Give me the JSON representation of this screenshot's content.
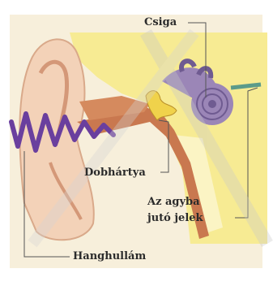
{
  "colors": {
    "panel_bg": "#f7efdb",
    "outer_ear": "#f3d2b8",
    "canal": "#f7eb93",
    "bone": "#c9784f",
    "cochlea": "#9b86b7",
    "sound_wave": "#6a3f9e",
    "nerve": "#5b9b8a",
    "ossicles": "#f0d24b"
  },
  "labels": {
    "cochlea": "Csiga",
    "eardrum": "Dobhártya",
    "brain_signal_line1": "Az agyba",
    "brain_signal_line2": "jutó jelek",
    "sound_wave": "Hanghullám"
  },
  "icons": {
    "sound_wave": "zigzag-wave",
    "cochlea": "spiral-snail-shell"
  }
}
